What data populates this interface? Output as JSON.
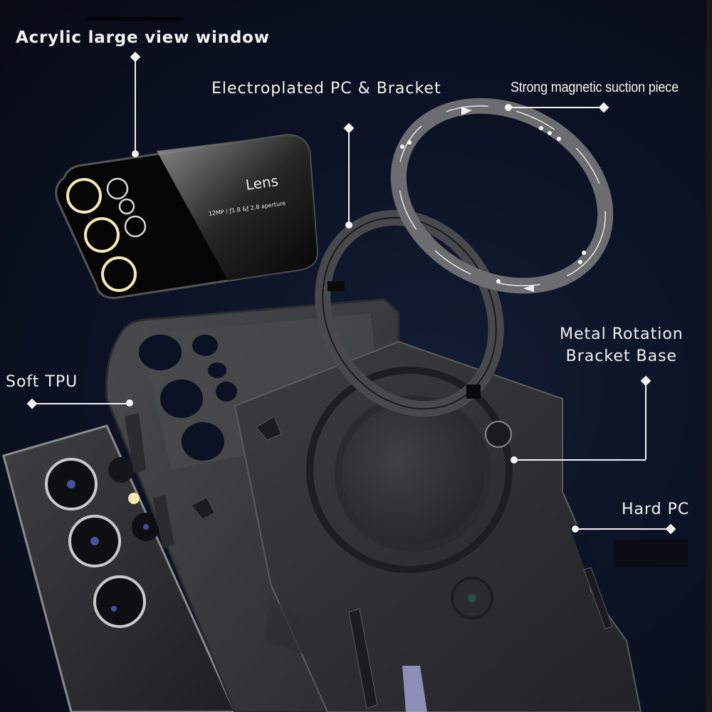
{
  "labels": {
    "acrylic_window": "Acrylic large view window",
    "electroplated": "Electroplated PC & Bracket",
    "magnetic": "Strong magnetic suction piece",
    "metal_rotation_line1": "Metal Rotation",
    "metal_rotation_line2": "Bracket Base",
    "soft_tpu": "Soft TPU",
    "hard_pc": "Hard PC"
  },
  "lens_cover": {
    "title": "Lens",
    "spec": "12MP / ƒ1.8 &ƒ 2.8 aperture"
  },
  "colors": {
    "background": "#0b1020",
    "label_text": "#f2f2f2",
    "lens_ring": "#f1e9b8",
    "case_gray": "#3a3b3e",
    "ring_gray": "#6c6d70"
  }
}
